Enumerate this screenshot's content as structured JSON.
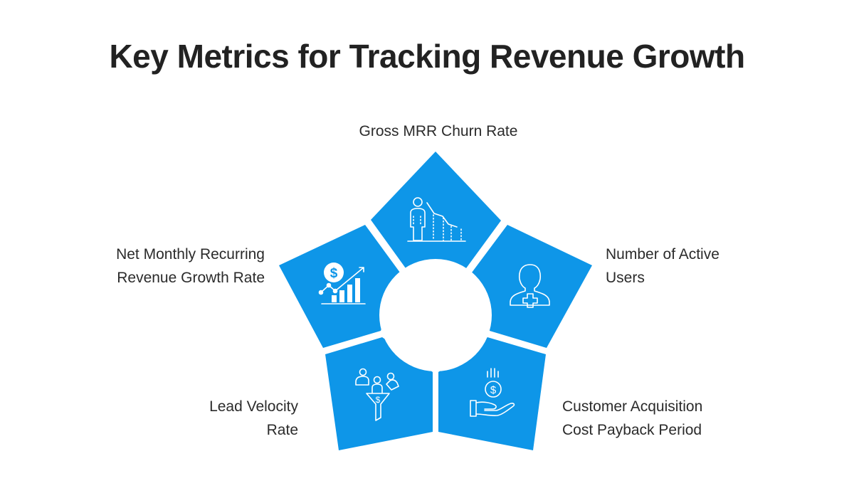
{
  "title": "Key Metrics for Tracking Revenue Growth",
  "accent_color": "#0e96e8",
  "segments": [
    {
      "label_line1": "Gross MRR Churn Rate",
      "label_line2": "",
      "icon": "person-declining-chart-icon"
    },
    {
      "label_line1": "Number of Active",
      "label_line2": "Users",
      "icon": "user-plus-icon"
    },
    {
      "label_line1": "Customer Acquisition",
      "label_line2": "Cost Payback Period",
      "icon": "hand-coin-icon"
    },
    {
      "label_line1": "Lead Velocity",
      "label_line2": "Rate",
      "icon": "lead-funnel-icon"
    },
    {
      "label_line1": "Net Monthly Recurring",
      "label_line2": "Revenue Growth Rate",
      "icon": "dollar-growth-chart-icon"
    }
  ]
}
